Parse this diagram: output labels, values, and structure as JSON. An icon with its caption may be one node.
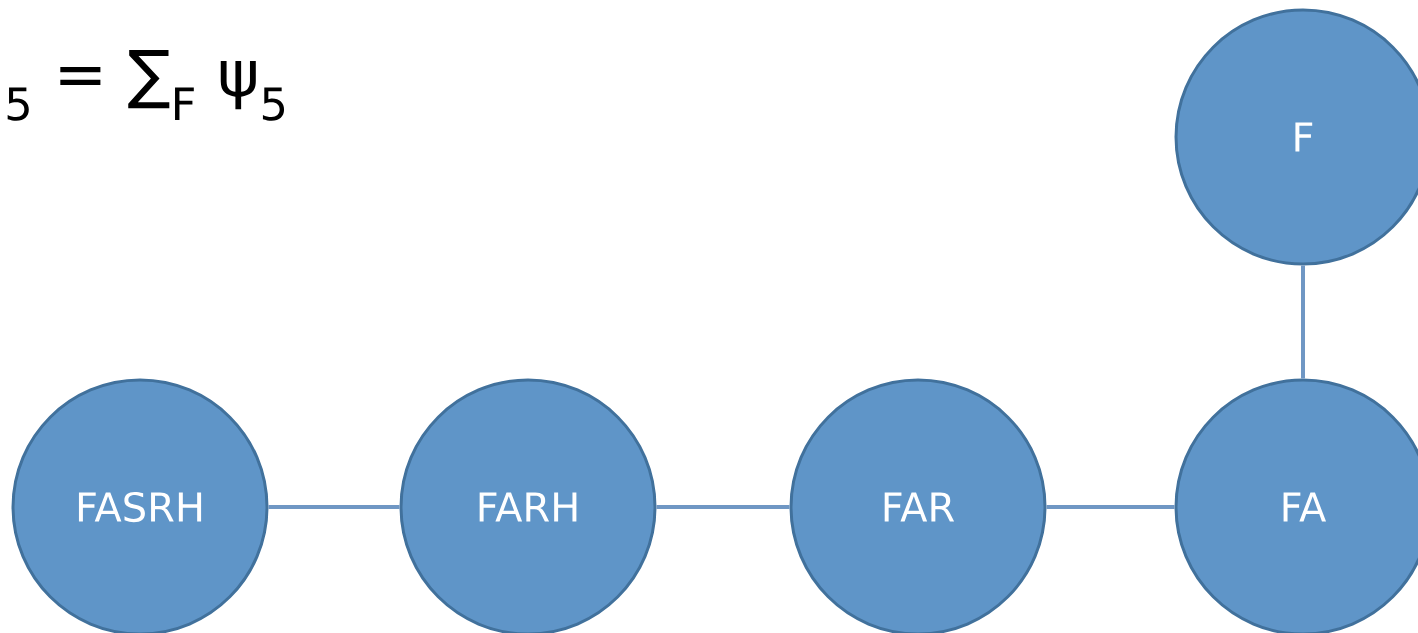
{
  "diagram": {
    "nodes": [
      {
        "text": [
          "FASRH"
        ]
      },
      {
        "text": [
          "FARH"
        ]
      },
      {
        "text": [
          "FAR"
        ]
      },
      {
        "text": [
          "FA"
        ]
      },
      {
        "text": [
          "F"
        ]
      }
    ],
    "edges": [
      {
        "from": 0,
        "to": 1,
        "arrow": "none"
      },
      {
        "from": 1,
        "to": 2,
        "arrow": "none"
      },
      {
        "from": 2,
        "to": 3,
        "arrow": "none"
      },
      {
        "from": 4,
        "to": 3,
        "arrow": "none"
      }
    ],
    "labels": [
      "$_{5}$ = ∑$_{F}$ ψ$_{5}$"
    ]
  }
}
